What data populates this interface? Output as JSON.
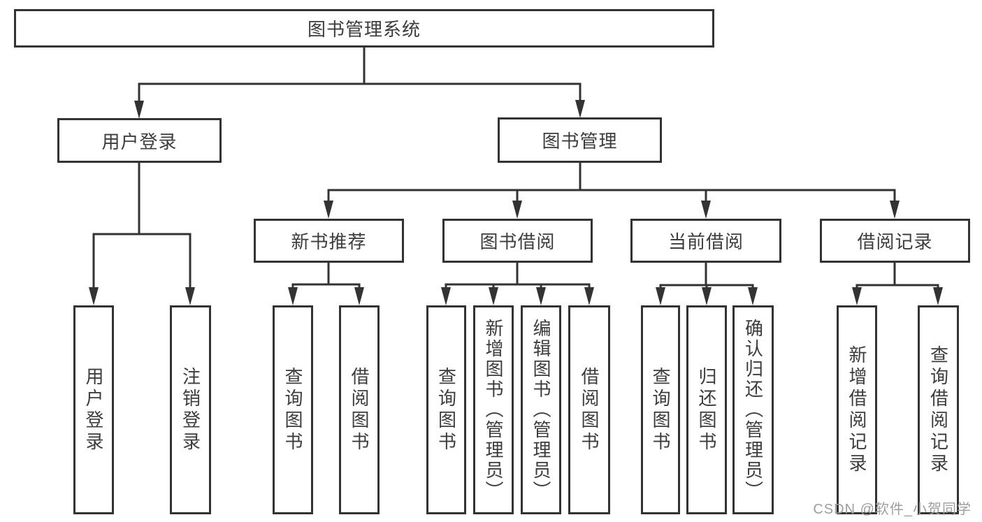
{
  "nodes": {
    "root": "图书管理系统",
    "level2": [
      "用户登录",
      "图书管理"
    ],
    "level3": [
      "新书推荐",
      "图书借阅",
      "当前借阅",
      "借阅记录"
    ],
    "leaves_login": [
      "用户登录",
      "注销登录"
    ],
    "leaves_recommend": [
      "查询图书",
      "借阅图书"
    ],
    "leaves_borrow": [
      "查询图书",
      "新增图书（管理员）",
      "编辑图书（管理员）",
      "借阅图书"
    ],
    "leaves_current": [
      "查询图书",
      "归还图书",
      "确认归还（管理员）"
    ],
    "leaves_records": [
      "新增借阅记录",
      "查询借阅记录"
    ]
  },
  "watermark": "CSDN @软件_小贺同学",
  "colors": {
    "line": "#333333",
    "text": "#3c3c3c",
    "watermark": "#9e9e9e",
    "background": "#ffffff"
  }
}
